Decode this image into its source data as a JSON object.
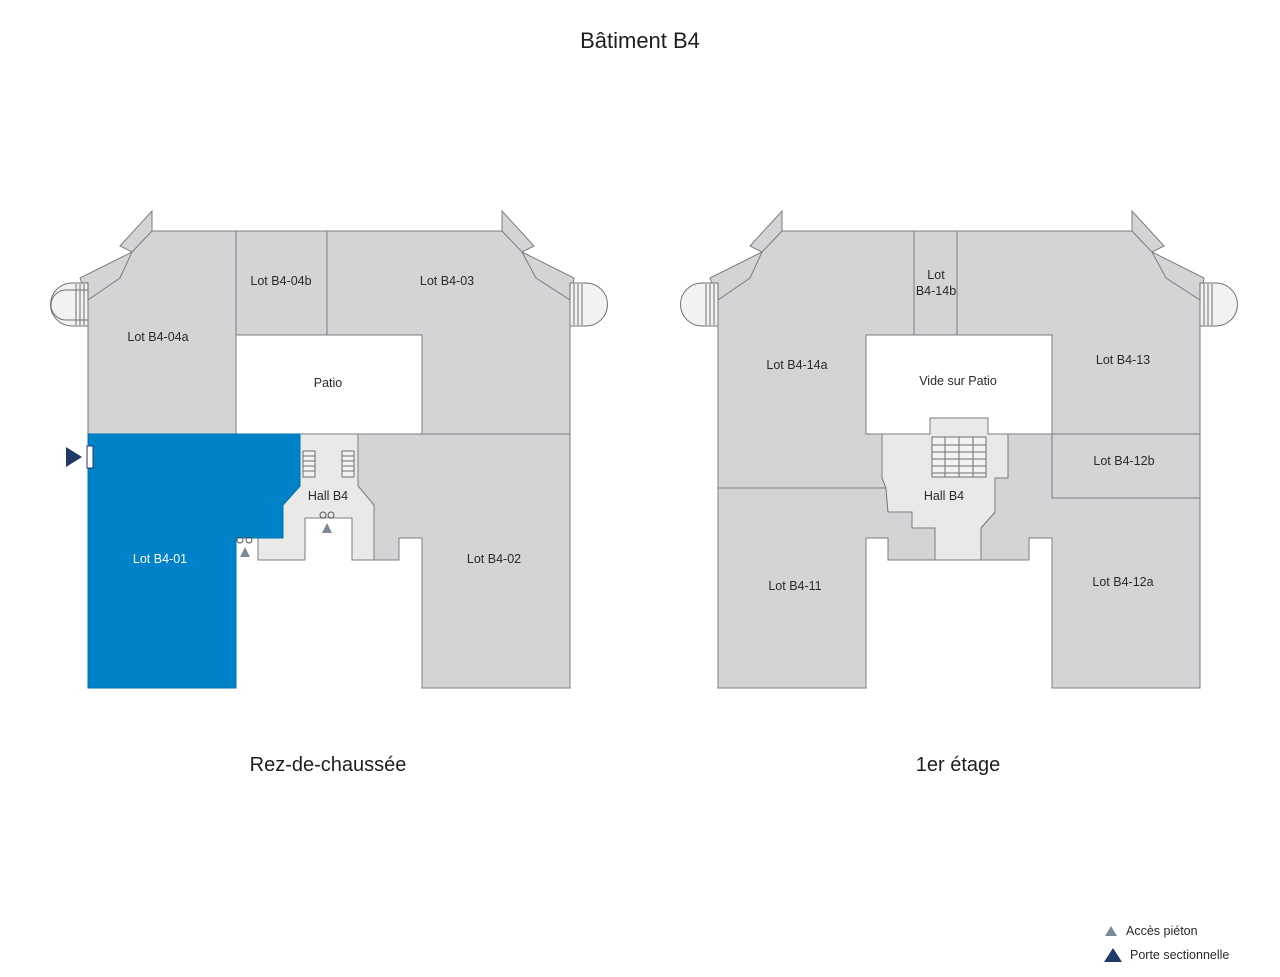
{
  "title": "Bâtiment B4",
  "floors": [
    {
      "label": "Rez-de-chaussée",
      "lots": [
        "Lot B4-04a",
        "Lot B4-04b",
        "Lot B4-03",
        "Patio",
        "Hall B4",
        "Lot B4-01",
        "Lot B4-02"
      ],
      "selected_lot": "Lot B4-01"
    },
    {
      "label": "1er étage",
      "lots": [
        "Lot",
        "B4-14b",
        "Lot B4-14a",
        "Vide sur Patio",
        "Lot B4-13",
        "Lot B4-12b",
        "Hall B4",
        "Lot B4-11",
        "Lot B4-12a"
      ]
    }
  ],
  "legend": {
    "pedestrian_access": "Accès piéton",
    "sectional_door": "Porte sectionnelle"
  },
  "colors": {
    "lot_fill": "#d3d4d6",
    "selected_lot": "#0082c8",
    "marker": "#1f3a64",
    "access_marker": "#7c8898"
  }
}
